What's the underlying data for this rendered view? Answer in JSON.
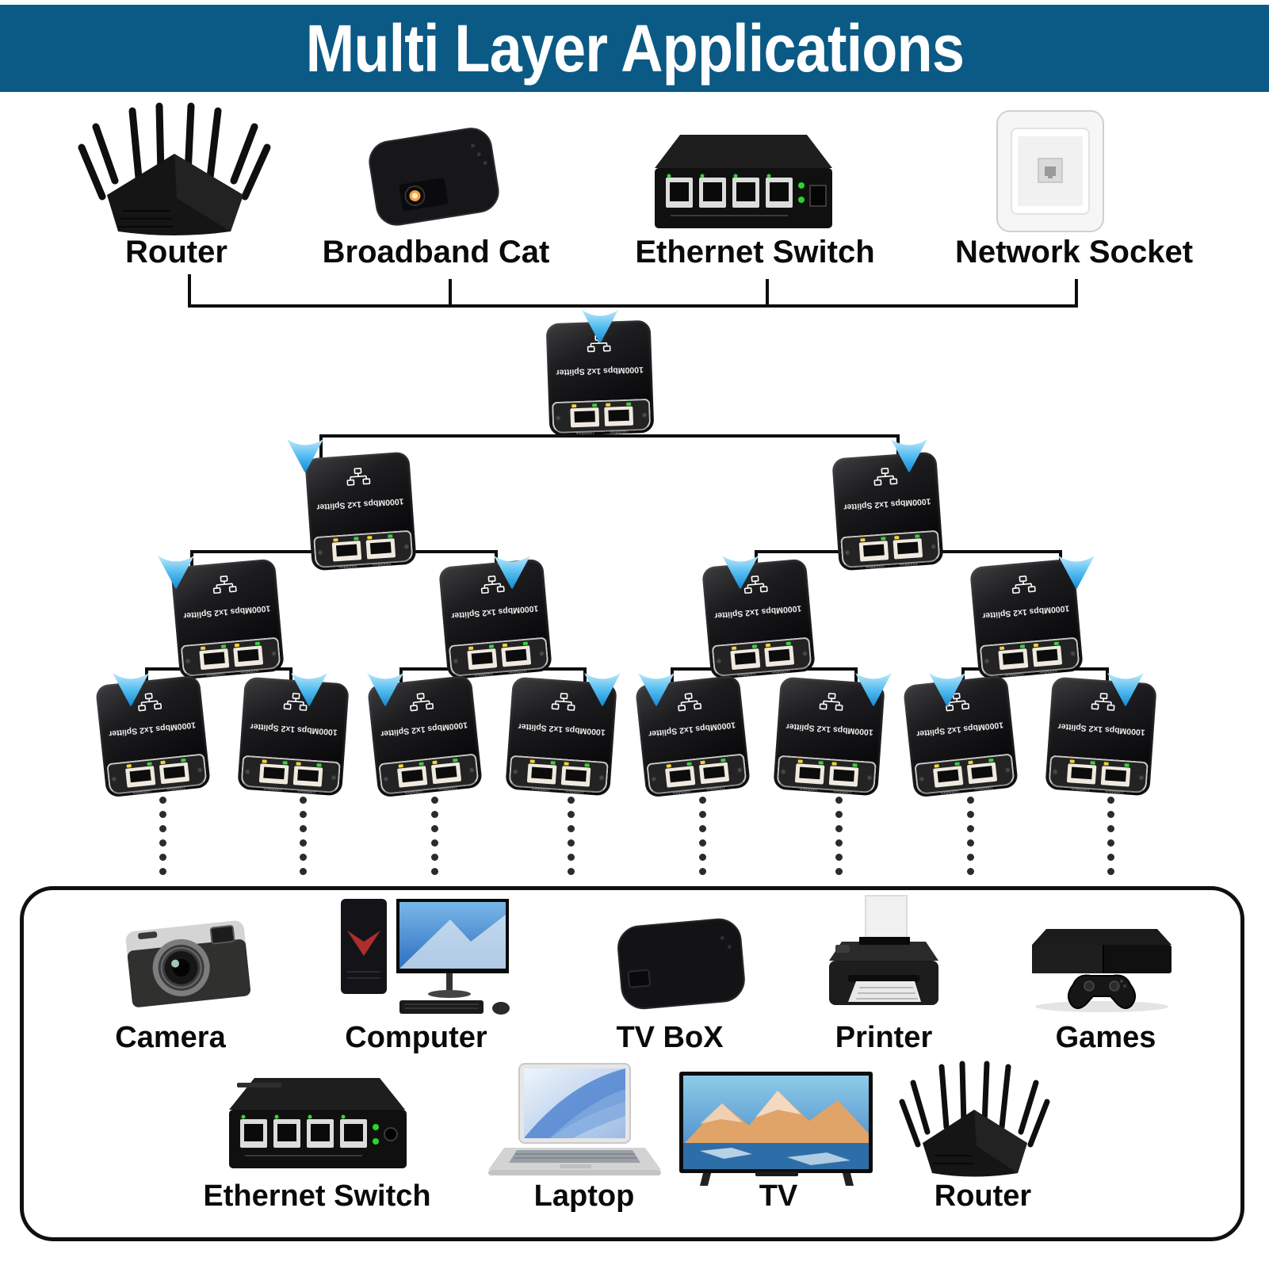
{
  "banner": {
    "title": "Multi Layer Applications"
  },
  "colors": {
    "banner_bg": "#0b5a85",
    "banner_text": "#ffffff",
    "arrow_blue": "#56bdf0",
    "connector_black": "#0d0d0d",
    "box_border": "#101010"
  },
  "sources": [
    {
      "label": "Router"
    },
    {
      "label": "Broadband Cat"
    },
    {
      "label": "Ethernet Switch"
    },
    {
      "label": "Network Socket"
    }
  ],
  "splitter": {
    "label": "1000Mbps 1x2 Splitter",
    "port_label": "1000Mbps"
  },
  "tree": {
    "levels": [
      1,
      2,
      4,
      8
    ],
    "total_splitters": 15
  },
  "devices_row1": [
    {
      "label": "Camera"
    },
    {
      "label": "Computer"
    },
    {
      "label": "TV BoX"
    },
    {
      "label": "Printer"
    },
    {
      "label": "Games"
    }
  ],
  "devices_row2": [
    {
      "label": "Ethernet Switch"
    },
    {
      "label": "Laptop"
    },
    {
      "label": "TV"
    },
    {
      "label": "Router"
    }
  ]
}
